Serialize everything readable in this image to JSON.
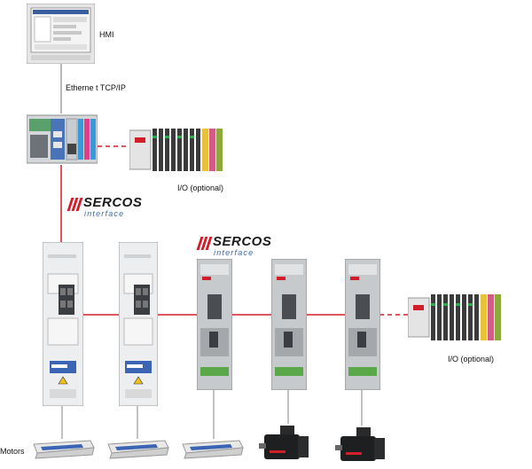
{
  "labels": {
    "hmi": "HMI",
    "network": "Etherne t  TCP/IP",
    "io_top": "I/O  (optional)",
    "io_right": "I/O  (optional)",
    "motors": "Motors"
  },
  "sercos": {
    "word": "SERCOS",
    "sub": "interface"
  },
  "colors": {
    "link_red": "#d21e2b",
    "cable_gray": "#8a8a8a",
    "sercos_blue": "#3a6ab0"
  }
}
